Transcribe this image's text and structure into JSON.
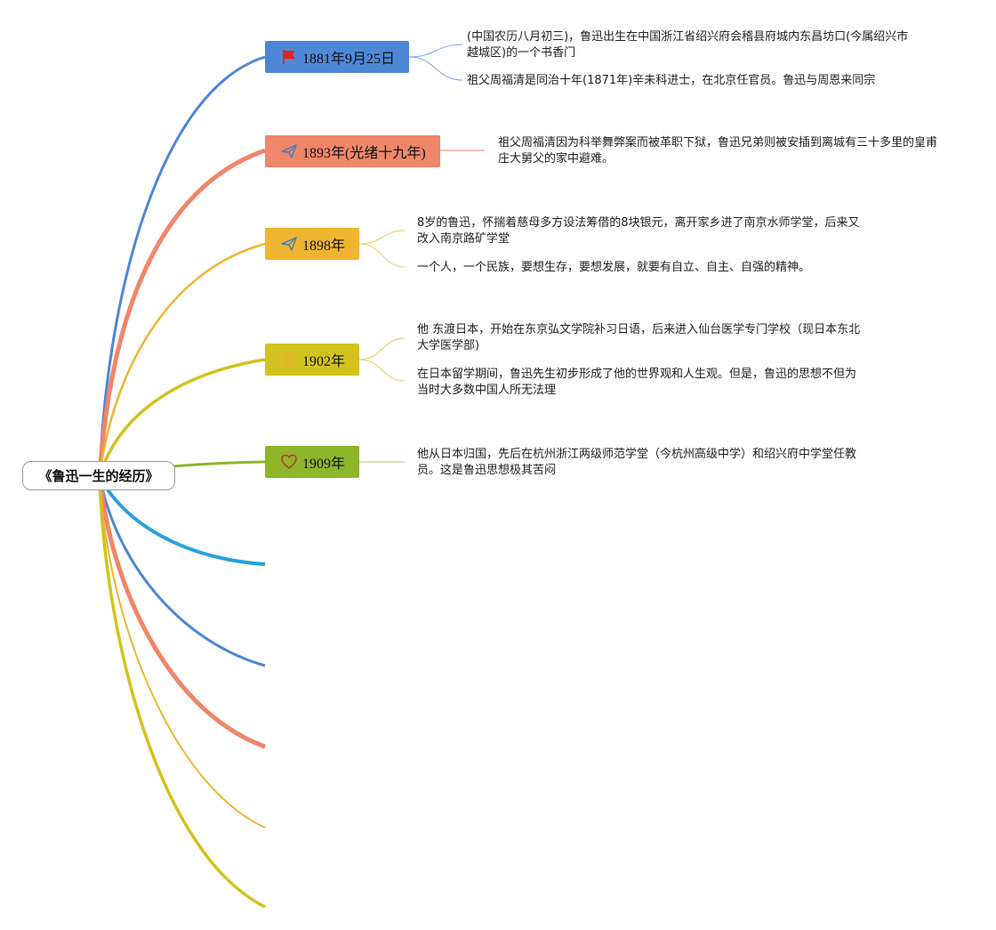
{
  "root": {
    "label": "《鲁迅一生的经历》"
  },
  "colors": {
    "blue": "#4e87d6",
    "orange": "#f0866a",
    "yellow": "#f0b530",
    "olive": "#d3c21e",
    "green": "#8db62b",
    "cyan": "#29a0dc"
  },
  "nodes": [
    {
      "label": "1881年9月25日",
      "icon": "red-flag-icon",
      "color": "#4e87d6",
      "notes": [
        "(中国农历八月初三)，鲁迅出生在中国浙江省绍兴府会稽县府城内东昌坊口(今属绍兴市越城区)的一个书香门",
        "祖父周福清是同治十年(1871年)辛未科进士，在北京任官员。鲁迅与周恩来同宗"
      ]
    },
    {
      "label": "1893年(光绪十九年)",
      "icon": "paper-plane-icon",
      "color": "#f0866a",
      "notes": [
        "祖父周福清因为科举舞弊案而被革职下狱，鲁迅兄弟则被安插到离城有三十多里的皇甫庄大舅父的家中避难。"
      ]
    },
    {
      "label": "1898年",
      "icon": "paper-plane-icon",
      "color": "#f0b530",
      "notes": [
        "8岁的鲁迅，怀揣着慈母多方设法筹借的8块银元，离开家乡进了南京水师学堂，后来又改入南京路矿学堂",
        "一个人，一个民族，要想生存，要想发展，就要有自立、自主、自强的精神。"
      ]
    },
    {
      "label": "1902年",
      "icon": "target-icon",
      "color": "#d3c21e",
      "notes": [
        "他 东渡日本，开始在东京弘文学院补习日语，后来进入仙台医学专门学校（现日本东北大学医学部)",
        "在日本留学期间，鲁迅先生初步形成了他的世界观和人生观。但是，鲁迅的思想不但为当时大多数中国人所无法理"
      ]
    },
    {
      "label": "1909年",
      "icon": "heart-icon",
      "color": "#8db62b",
      "notes": [
        "他从日本归国，先后在杭州浙江两级师范学堂（今杭州高级中学）和绍兴府中学堂任教员。这是鲁迅思想极其苦闷"
      ]
    }
  ]
}
